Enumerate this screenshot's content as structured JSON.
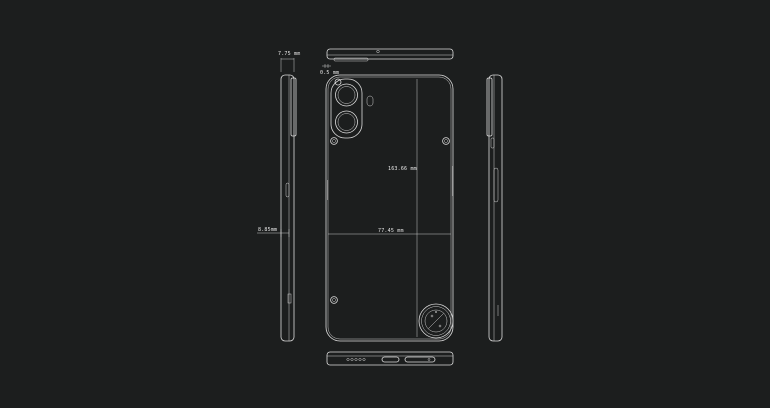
{
  "colors": {
    "background": "#1c1e1e",
    "line": "#dcdcdc",
    "text": "#e8e8e8"
  },
  "dimensions": {
    "side_depth_top": "7.75 mm",
    "bump_offset": "0.5 mm",
    "body_height": "163.66 mm",
    "body_width": "77.45 mm",
    "side_depth_bottom": "8.85mm"
  },
  "views": [
    "left-side-view",
    "top-edge-view",
    "back-view",
    "right-side-view",
    "bottom-edge-view"
  ]
}
